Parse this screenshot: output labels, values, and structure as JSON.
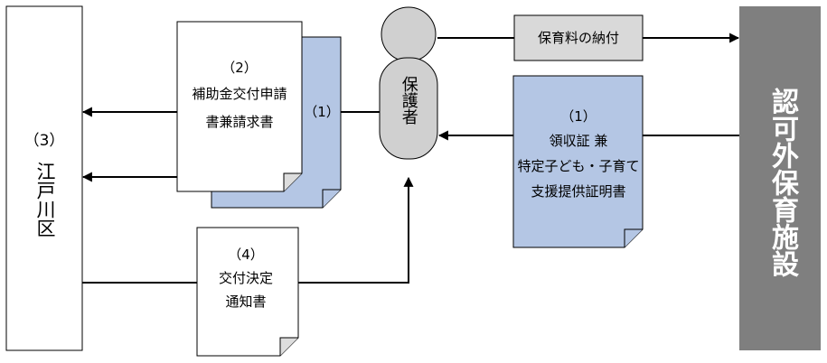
{
  "parties": {
    "ward_num": "（3）",
    "ward_name": "江戸川区",
    "guardian": "保護者",
    "facility": "認可外保育施設"
  },
  "documents": {
    "application": {
      "num": "（2）",
      "line1": "補助金交付申請",
      "line2": "書兼請求書"
    },
    "copy_num": "（1）",
    "receipt": {
      "num": "（1）",
      "line1": "領収証 兼",
      "line2": "特定子ども・子育て",
      "line3": "支援提供証明書"
    },
    "decision": {
      "num": "（4）",
      "line1": "交付決定",
      "line2": "通知書"
    }
  },
  "payment": {
    "label": "保育料の納付"
  },
  "colors": {
    "doc_blue": "#b4c6e4",
    "facility_gray": "#7f7f7f",
    "payment_gray": "#d9d9d9",
    "guardian_gray": "#d0d0d0"
  }
}
